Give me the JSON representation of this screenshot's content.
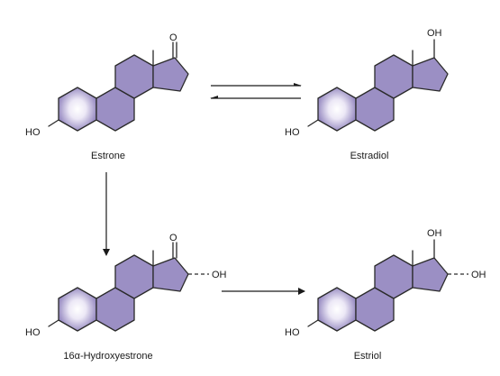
{
  "colors": {
    "ring_fill": "#9b8fc4",
    "aromatic_center": "#ffffff",
    "line": "#2a2a2a"
  },
  "molecules": [
    {
      "key": "estrone",
      "name": "Estrone",
      "substituents": {
        "c3": "HO",
        "c17_ketone": "O"
      }
    },
    {
      "key": "estradiol",
      "name": "Estradiol",
      "substituents": {
        "c3": "HO",
        "c17_hydroxyl": "OH"
      }
    },
    {
      "key": "hydroxyestrone",
      "name": "16α-Hydroxyestrone",
      "substituents": {
        "c3": "HO",
        "c17_ketone": "O",
        "c16_hydroxyl": "OH"
      }
    },
    {
      "key": "estriol",
      "name": "Estriol",
      "substituents": {
        "c3": "HO",
        "c17_hydroxyl": "OH",
        "c16_hydroxyl": "OH"
      }
    }
  ],
  "reactions": [
    {
      "from": "estrone",
      "to": "estradiol",
      "direction": "reversible"
    },
    {
      "from": "estrone",
      "to": "hydroxyestrone",
      "direction": "forward"
    },
    {
      "from": "hydroxyestrone",
      "to": "estriol",
      "direction": "forward"
    }
  ]
}
